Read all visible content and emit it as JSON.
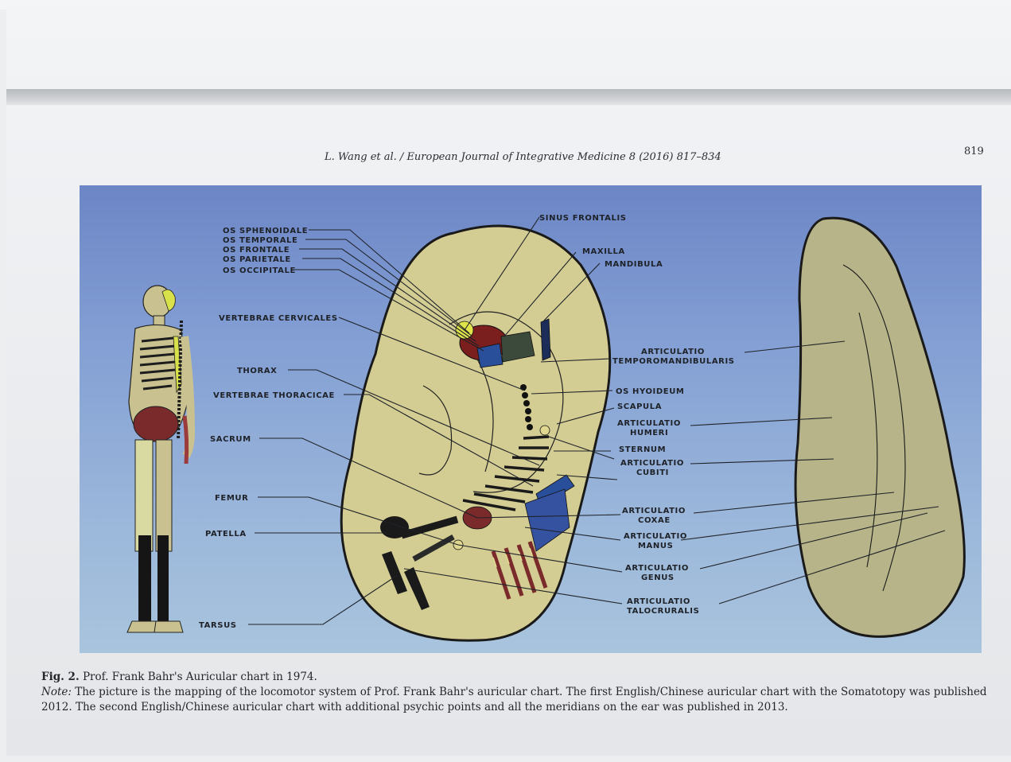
{
  "header": {
    "running_head": "L. Wang et al. / European Journal of Integrative Medicine 8 (2016) 817–834",
    "page_number": "819"
  },
  "figure": {
    "labels": {
      "os_sphenoidale": "OS SPHENOIDALE",
      "os_temporale": "OS TEMPORALE",
      "os_frontale": "OS FRONTALE",
      "os_parietale": "OS PARIETALE",
      "os_occipitale": "OS OCCIPITALE",
      "vertebrae_cervicales": "VERTEBRAE CERVICALES",
      "thorax": "THORAX",
      "vertebrae_thoracicae": "VERTEBRAE THORACICAE",
      "sacrum": "SACRUM",
      "femur": "FEMUR",
      "patella": "PATELLA",
      "tarsus": "TARSUS",
      "sinus_frontalis": "SINUS FRONTALIS",
      "maxilla": "MAXILLA",
      "mandibula": "MANDIBULA",
      "tmj_1": "ARTICULATIO",
      "tmj_2": "TEMPOROMANDIBULARIS",
      "os_hyoideum": "OS HYOIDEUM",
      "scapula": "SCAPULA",
      "humeri_1": "ARTICULATIO",
      "humeri_2": "HUMERI",
      "sternum": "STERNUM",
      "cubiti_1": "ARTICULATIO",
      "cubiti_2": "CUBITI",
      "coxae_1": "ARTICULATIO",
      "coxae_2": "COXAE",
      "manus_1": "ARTICULATIO",
      "manus_2": "MANUS",
      "genus_1": "ARTICULATIO",
      "genus_2": "GENUS",
      "talocruralis_1": "ARTICULATIO",
      "talocruralis_2": "TALOCRURALIS"
    }
  },
  "caption": {
    "fig_label": "Fig. 2.",
    "fig_title": "Prof. Frank Bahr's Auricular chart in 1974.",
    "note_label": "Note:",
    "note_line1": "The picture is the mapping of the locomotor system of Prof. Frank Bahr's auricular chart. The first English/Chinese auricular chart with the Somatotopy was published",
    "note_line2": "2012. The second English/Chinese auricular chart with additional psychic points and all the meridians on the ear was published in 2013."
  }
}
